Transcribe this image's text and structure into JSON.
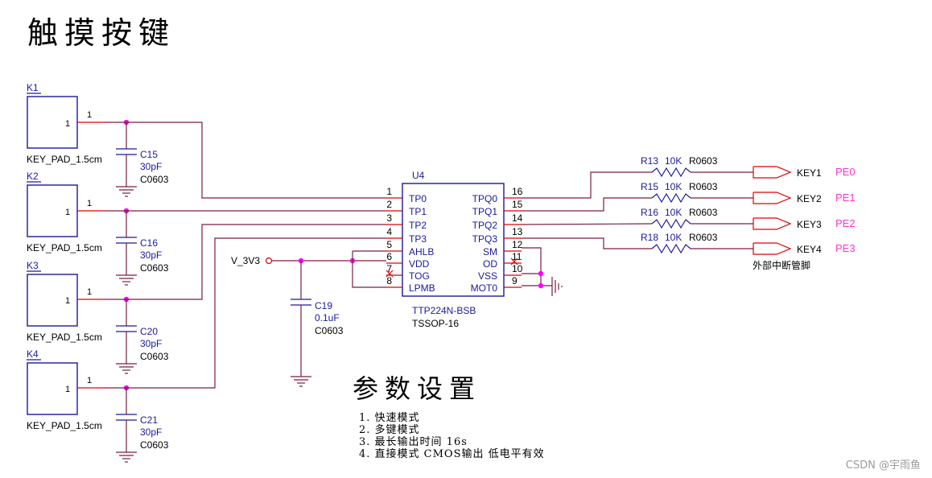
{
  "title": "触摸按键",
  "settings_title": "参数设置",
  "notes": [
    "1. 快速模式",
    "2. 多键模式",
    "3. 最长输出时间 16s",
    "4. 直接模式 CMOS输出  低电平有效"
  ],
  "watermark": "CSDN @宇雨鱼",
  "colors": {
    "wire": "#7a1f3d",
    "component": "#1a1a9a",
    "port": "#e00000",
    "junction": "#ff00ff",
    "pin_text": "#000000",
    "port_label": "#ff33cc"
  },
  "pads": [
    {
      "ref": "K1",
      "pin": "1",
      "pad_num": "1",
      "footprint": "KEY_PAD_1.5cm",
      "cap": {
        "ref": "C15",
        "value": "30pF",
        "package": "C0603"
      }
    },
    {
      "ref": "K2",
      "pin": "1",
      "pad_num": "1",
      "footprint": "KEY_PAD_1.5cm",
      "cap": {
        "ref": "C16",
        "value": "30pF",
        "package": "C0603"
      }
    },
    {
      "ref": "K3",
      "pin": "1",
      "pad_num": "1",
      "footprint": "KEY_PAD_1.5cm",
      "cap": {
        "ref": "C20",
        "value": "30pF",
        "package": "C0603"
      }
    },
    {
      "ref": "K4",
      "pin": "1",
      "pad_num": "1",
      "footprint": "KEY_PAD_1.5cm",
      "cap": {
        "ref": "C21",
        "value": "30pF",
        "package": "C0603"
      }
    }
  ],
  "ic": {
    "ref": "U4",
    "part": "TTP224N-BSB",
    "package": "TSSOP-16",
    "left_pins": [
      {
        "num": "1",
        "name": "TP0"
      },
      {
        "num": "2",
        "name": "TP1"
      },
      {
        "num": "3",
        "name": "TP2"
      },
      {
        "num": "4",
        "name": "TP3"
      },
      {
        "num": "5",
        "name": "AHLB"
      },
      {
        "num": "6",
        "name": "VDD"
      },
      {
        "num": "7",
        "name": "TOG"
      },
      {
        "num": "8",
        "name": "LPMB"
      }
    ],
    "right_pins": [
      {
        "num": "16",
        "name": "TPQ0"
      },
      {
        "num": "15",
        "name": "TPQ1"
      },
      {
        "num": "14",
        "name": "TPQ2"
      },
      {
        "num": "13",
        "name": "TPQ3"
      },
      {
        "num": "12",
        "name": "SM"
      },
      {
        "num": "11",
        "name": "OD"
      },
      {
        "num": "10",
        "name": "VSS"
      },
      {
        "num": "9",
        "name": "MOT0"
      }
    ]
  },
  "supply": {
    "net": "V_3V3",
    "cap": {
      "ref": "C19",
      "value": "0.1uF",
      "package": "C0603"
    }
  },
  "outputs": [
    {
      "resistor": "R13",
      "value": "10K",
      "package": "R0603",
      "net": "KEY1",
      "pin": "PE0"
    },
    {
      "resistor": "R15",
      "value": "10K",
      "package": "R0603",
      "net": "KEY2",
      "pin": "PE1"
    },
    {
      "resistor": "R16",
      "value": "10K",
      "package": "R0603",
      "net": "KEY3",
      "pin": "PE2"
    },
    {
      "resistor": "R18",
      "value": "10K",
      "package": "R0603",
      "net": "KEY4",
      "pin": "PE3"
    }
  ],
  "external_interrupt_note": "外部中断管脚"
}
